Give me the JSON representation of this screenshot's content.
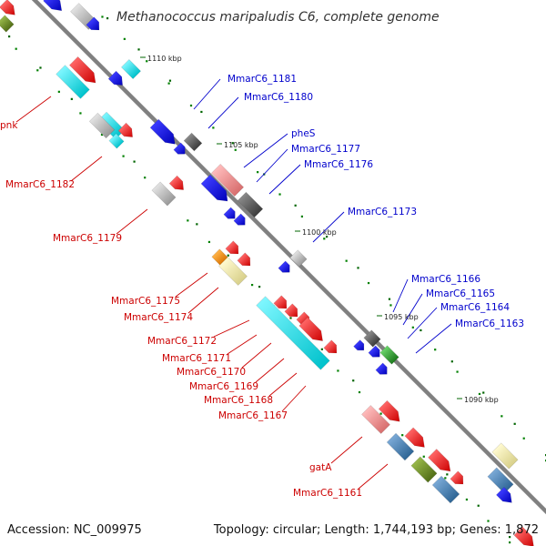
{
  "title": "Methanococcus maripaludis C6, complete genome",
  "accession": "Accession: NC_009975",
  "summary": "Topology: circular; Length: 1,744,193 bp; Genes: 1,872",
  "ticks": [
    "1110 kbp",
    "1105 kbp",
    "1100 kbp",
    "1095 kbp",
    "1090 kbp"
  ],
  "upper_labels": [
    "MmarC6_1181",
    "MmarC6_1180",
    "pheS",
    "MmarC6_1177",
    "MmarC6_1176",
    "MmarC6_1173",
    "MmarC6_1166",
    "MmarC6_1165",
    "MmarC6_1164",
    "MmarC6_1163"
  ],
  "lower_labels": [
    "pnk",
    "MmarC6_1182",
    "MmarC6_1179",
    "MmarC6_1175",
    "MmarC6_1174",
    "MmarC6_1172",
    "MmarC6_1171",
    "MmarC6_1170",
    "MmarC6_1169",
    "MmarC6_1168",
    "MmarC6_1167",
    "gatA",
    "MmarC6_1161"
  ],
  "colors": {
    "backbone": "#808080",
    "upper_label": "#0000cc",
    "lower_label": "#cc0000",
    "red_gene": "#ff0000",
    "blue_gene": "#0000ee",
    "cyan_gene": "#00e5ee",
    "grey_gene": "#b3b3b3",
    "dark_grey_gene": "#5a5a5a",
    "pink_gene": "#ee9090",
    "steelblue_gene": "#4682b4",
    "olive_gene": "#6b8e23",
    "orange_gene": "#ff8c00",
    "khaki_gene": "#eee8aa",
    "green_gene": "#228b22",
    "tick_green": "#008000"
  }
}
